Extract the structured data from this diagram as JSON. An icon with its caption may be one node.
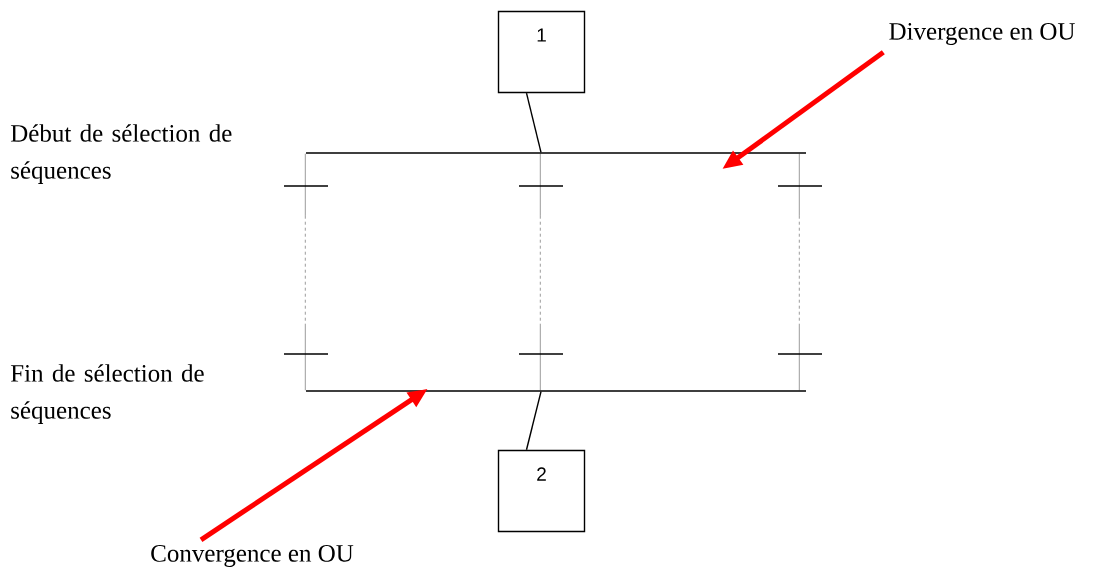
{
  "diagram": {
    "nodes": [
      {
        "text": [
          "1"
        ]
      },
      {
        "text": [
          "Divergence en OU"
        ]
      },
      {
        "text": [],
        "shape": "bar"
      },
      {
        "text": [],
        "shape": "bar"
      },
      {
        "text": [
          "2"
        ]
      },
      {
        "text": [
          "Convergence en OU"
        ]
      }
    ],
    "edges": [
      {
        "from": 0,
        "to": 2,
        "arrow": "none"
      },
      {
        "from": 2,
        "to": 3,
        "arrow": "none",
        "style": "dashed"
      },
      {
        "from": 2,
        "to": 3,
        "arrow": "none",
        "style": "dashed"
      },
      {
        "from": 2,
        "to": 3,
        "arrow": "none",
        "style": "dashed"
      },
      {
        "from": 3,
        "to": 4,
        "arrow": "none"
      },
      {
        "from": 1,
        "to": 2,
        "arrow": "to",
        "style": "thick",
        "color": "#ff0000"
      },
      {
        "from": 5,
        "to": 3,
        "arrow": "to",
        "style": "thick",
        "color": "#ff0000"
      }
    ],
    "labels": [
      "Début de sélection de séquences",
      "Fin de sélection de séquences"
    ]
  }
}
